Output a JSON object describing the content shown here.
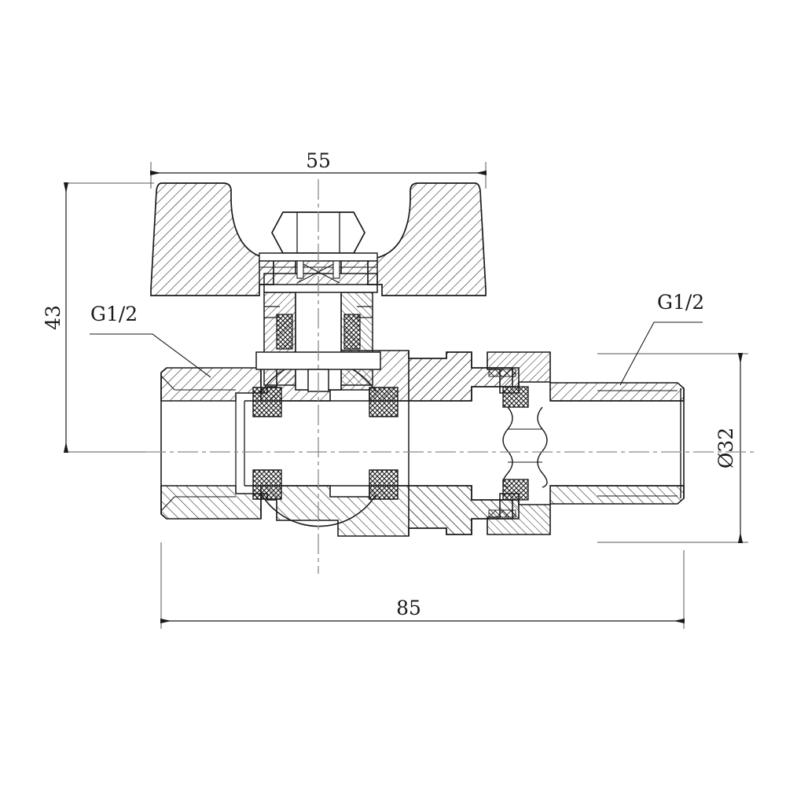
{
  "drawing": {
    "title": "Ball valve butterfly-handle cross-section drawing",
    "type": "engineering-cross-section",
    "units": "mm",
    "background_color": "#ffffff",
    "line_color": "#1a1a1a",
    "center_line_color": "#8a8a8a"
  },
  "dimensions": {
    "overall_width": {
      "label": "85",
      "orientation": "horizontal",
      "position": "bottom"
    },
    "handle_width": {
      "label": "55",
      "orientation": "horizontal",
      "position": "top"
    },
    "height_to_center": {
      "label": "43",
      "orientation": "vertical",
      "position": "left"
    },
    "body_diameter": {
      "label": "Ø32",
      "orientation": "vertical",
      "position": "right"
    }
  },
  "callouts": [
    {
      "label": "G1/2",
      "side": "left",
      "description": "left port thread size"
    },
    {
      "label": "G1/2",
      "side": "right",
      "description": "right port thread size"
    }
  ],
  "components": {
    "handle": "butterfly-wing-handle",
    "nut": "hex-nut",
    "stem": "valve-stem",
    "ball": "ball-seat",
    "union_nut": "union-coupling-nut",
    "left_port": "female-threaded-port",
    "right_port": "male-threaded-tail"
  }
}
